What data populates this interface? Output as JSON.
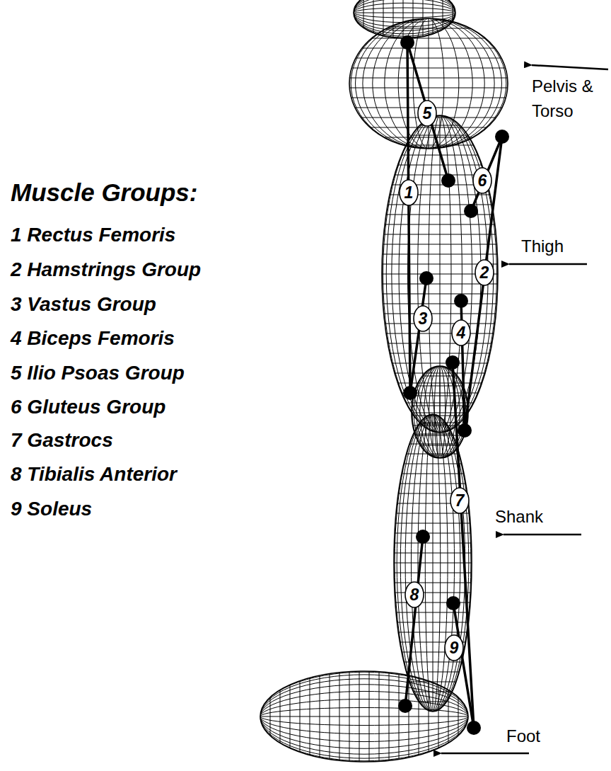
{
  "diagram": {
    "nodes": [
      {
        "text": [
          "5"
        ]
      },
      {
        "text": [
          "6"
        ]
      },
      {
        "text": [
          "1"
        ]
      },
      {
        "text": [
          "2"
        ]
      },
      {
        "text": [
          "3"
        ]
      },
      {
        "text": [
          "4"
        ]
      },
      {
        "text": [
          "7"
        ]
      },
      {
        "text": [
          "8"
        ]
      },
      {
        "text": [
          "9"
        ]
      }
    ],
    "labels": [
      "Muscle Groups:",
      "1 Rectus Femoris",
      "2 Hamstrings Group",
      "3 Vastus Group",
      "4 Biceps Femoris",
      "5 Ilio Psoas Group",
      "6 Gluteus Group",
      "7 Gastrocs",
      "8 Tibialis Anterior",
      "9 Soleus",
      "Pelvis & Torso",
      "Thigh",
      "Shank",
      "Foot"
    ]
  }
}
